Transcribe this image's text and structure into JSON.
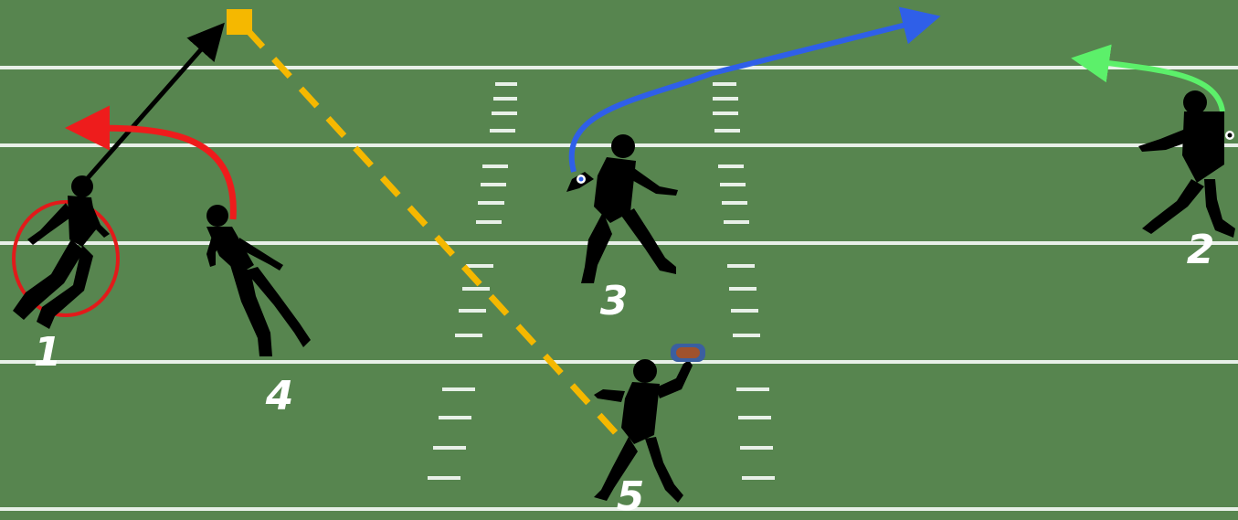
{
  "field": {
    "color": "#57854f",
    "line_color": "#e8f0e8"
  },
  "players": [
    {
      "id": "p1",
      "number": "1",
      "role": "receiver",
      "highlighted": true
    },
    {
      "id": "p2",
      "number": "2",
      "role": "receiver",
      "route_color": "#5cf06a"
    },
    {
      "id": "p3",
      "number": "3",
      "role": "receiver",
      "route_color": "#2f5fe8"
    },
    {
      "id": "p4",
      "number": "4",
      "role": "receiver",
      "route_color": "#ee1c1c"
    },
    {
      "id": "p5",
      "number": "5",
      "role": "quarterback",
      "has_ball": true
    }
  ],
  "routes": {
    "p1": {
      "color": "#000000",
      "style": "solid",
      "ends_with": "arrow"
    },
    "p4": {
      "color": "#ee1c1c",
      "style": "solid",
      "ends_with": "arrow"
    },
    "p3": {
      "color": "#2f5fe8",
      "style": "solid",
      "ends_with": "arrow"
    },
    "p2": {
      "color": "#5cf06a",
      "style": "solid",
      "ends_with": "arrow"
    },
    "pass": {
      "color": "#f5b800",
      "style": "dashed",
      "target": "p1"
    }
  },
  "highlight_color": "#e21a1a",
  "target_marker_color": "#f5b800",
  "ball_color": "#a0522d"
}
